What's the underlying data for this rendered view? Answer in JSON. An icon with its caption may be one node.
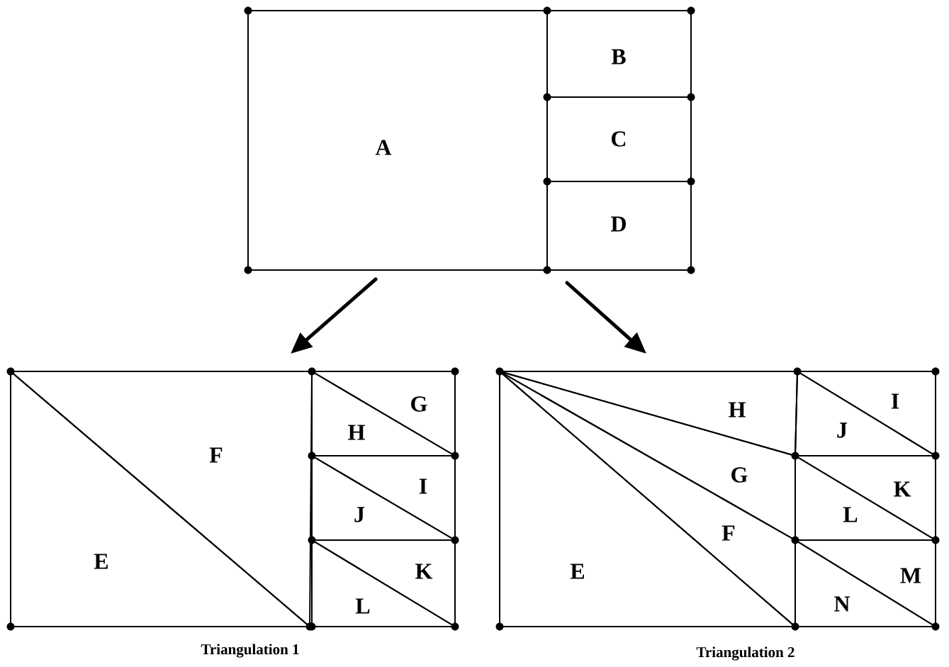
{
  "diagram": {
    "nodes": [
      {
        "text": [],
        "shape": "box"
      },
      {
        "text": [
          "A"
        ],
        "in": 0
      },
      {
        "text": [
          "B"
        ],
        "in": 0
      },
      {
        "text": [
          "C"
        ],
        "in": 0
      },
      {
        "text": [
          "D"
        ],
        "in": 0
      },
      {
        "text": [],
        "shape": "box",
        "beside": [
          "Triangulation 1"
        ]
      },
      {
        "text": [
          "E"
        ],
        "in": 5
      },
      {
        "text": [
          "F"
        ],
        "in": 5
      },
      {
        "text": [
          "G"
        ],
        "in": 5
      },
      {
        "text": [
          "H"
        ],
        "in": 5
      },
      {
        "text": [
          "I"
        ],
        "in": 5
      },
      {
        "text": [
          "J"
        ],
        "in": 5
      },
      {
        "text": [
          "K"
        ],
        "in": 5
      },
      {
        "text": [
          "L"
        ],
        "in": 5
      },
      {
        "text": [],
        "shape": "box",
        "beside": [
          "Triangulation 2"
        ]
      },
      {
        "text": [
          "E"
        ],
        "in": 14
      },
      {
        "text": [
          "F"
        ],
        "in": 14
      },
      {
        "text": [
          "G"
        ],
        "in": 14
      },
      {
        "text": [
          "H"
        ],
        "in": 14
      },
      {
        "text": [
          "I"
        ],
        "in": 14
      },
      {
        "text": [
          "J"
        ],
        "in": 14
      },
      {
        "text": [
          "K"
        ],
        "in": 14
      },
      {
        "text": [
          "L"
        ],
        "in": 14
      },
      {
        "text": [
          "M"
        ],
        "in": 14
      },
      {
        "text": [
          "N"
        ],
        "in": 14
      }
    ],
    "edges": [
      {
        "from": 0,
        "to": 5,
        "arrow": "to"
      },
      {
        "from": 0,
        "to": 14,
        "arrow": "to"
      }
    ]
  }
}
